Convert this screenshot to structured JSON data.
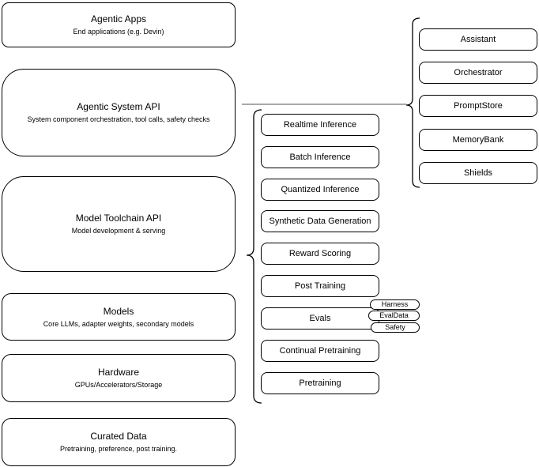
{
  "left_column": {
    "boxes": [
      {
        "title": "Agentic Apps",
        "subtitle": "End applications (e.g. Devin)"
      },
      {
        "title": "Agentic System API",
        "subtitle": "System component orchestration, tool calls, safety checks"
      },
      {
        "title": "Model Toolchain API",
        "subtitle": "Model development & serving"
      },
      {
        "title": "Models",
        "subtitle": "Core LLMs, adapter weights, secondary models"
      },
      {
        "title": "Hardware",
        "subtitle": "GPUs/Accelerators/Storage"
      },
      {
        "title": "Curated Data",
        "subtitle": "Pretraining, preference, post training."
      }
    ]
  },
  "middle_column": {
    "items": [
      {
        "label": "Realtime Inference"
      },
      {
        "label": "Batch Inference"
      },
      {
        "label": "Quantized Inference"
      },
      {
        "label": "Synthetic Data Generation"
      },
      {
        "label": "Reward Scoring"
      },
      {
        "label": "Post Training"
      },
      {
        "label": "Evals"
      },
      {
        "label": "Continual Pretraining"
      },
      {
        "label": "Pretraining"
      }
    ]
  },
  "right_column": {
    "items": [
      {
        "label": "Assistant"
      },
      {
        "label": "Orchestrator"
      },
      {
        "label": "PromptStore"
      },
      {
        "label": "MemoryBank"
      },
      {
        "label": "Shields"
      }
    ]
  },
  "evals_tags": {
    "items": [
      {
        "label": "Harness"
      },
      {
        "label": "EvalData"
      },
      {
        "label": "Safety"
      }
    ]
  },
  "colors": {
    "node_stroke": "#000000",
    "bracket_stroke": "#000000",
    "connector_line": "#8c8c8c",
    "background": "#ffffff",
    "text": "#000000"
  }
}
